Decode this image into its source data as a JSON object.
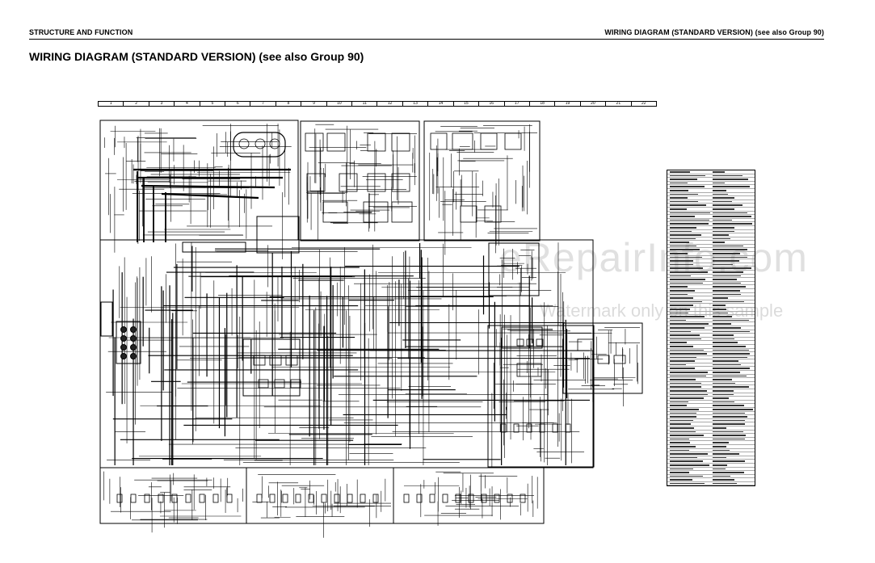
{
  "header": {
    "left": "STRUCTURE AND FUNCTION",
    "right": "WIRING DIAGRAM (STANDARD VERSION) (see also Group 90)"
  },
  "title": "WIRING DIAGRAM (STANDARD VERSION) (see also Group 90)",
  "grid_columns": [
    "1",
    "2",
    "3",
    "4",
    "5",
    "6",
    "7",
    "8",
    "9",
    "10",
    "11",
    "12",
    "13",
    "14",
    "15",
    "16",
    "17",
    "18",
    "19",
    "20",
    "21",
    "22"
  ],
  "watermark": {
    "main": "eRepairInfo.com",
    "sub": "Watermark only on this sample"
  },
  "colors": {
    "line": "#000000",
    "paper": "#ffffff"
  }
}
